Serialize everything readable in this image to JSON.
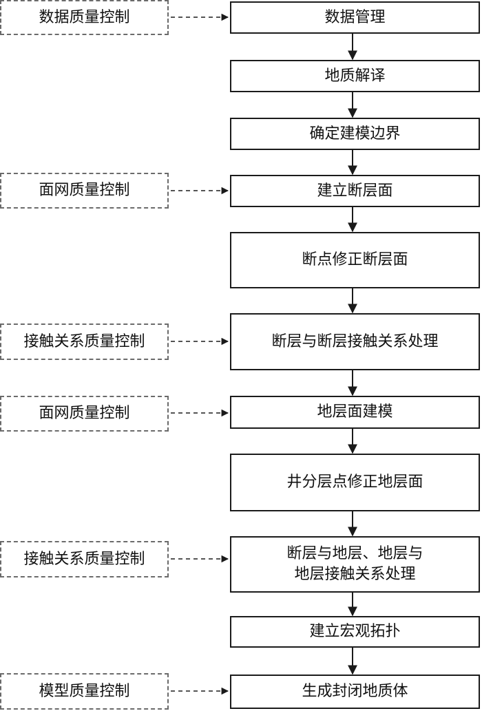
{
  "steps": [
    {
      "id": "data-management",
      "label": "数据管理"
    },
    {
      "id": "geological-interpretation",
      "label": "地质解译"
    },
    {
      "id": "determine-model-boundary",
      "label": "确定建模边界"
    },
    {
      "id": "build-fault-surface",
      "label": "建立断层面"
    },
    {
      "id": "fault-point-correct-fault-surface",
      "label": "断点修正断层面"
    },
    {
      "id": "fault-fault-contact-processing",
      "label": "断层与断层接触关系处理"
    },
    {
      "id": "horizon-surface-modeling",
      "label": "地层面建模"
    },
    {
      "id": "well-layer-point-correct-horizon",
      "label": "井分层点修正地层面"
    },
    {
      "id": "fault-horizon-contact-processing",
      "label": "断层与地层、地层与\n地层接触关系处理"
    },
    {
      "id": "build-macro-topology",
      "label": "建立宏观拓扑"
    },
    {
      "id": "generate-closed-geobody",
      "label": "生成封闭地质体"
    }
  ],
  "quality_controls": [
    {
      "id": "data-quality-control",
      "label": "数据质量控制",
      "target_step": 0
    },
    {
      "id": "mesh-quality-control-1",
      "label": "面网质量控制",
      "target_step": 3
    },
    {
      "id": "contact-quality-control-1",
      "label": "接触关系质量控制",
      "target_step": 5
    },
    {
      "id": "mesh-quality-control-2",
      "label": "面网质量控制",
      "target_step": 6
    },
    {
      "id": "contact-quality-control-2",
      "label": "接触关系质量控制",
      "target_step": 8
    },
    {
      "id": "model-quality-control",
      "label": "模型质量控制",
      "target_step": 10
    }
  ]
}
